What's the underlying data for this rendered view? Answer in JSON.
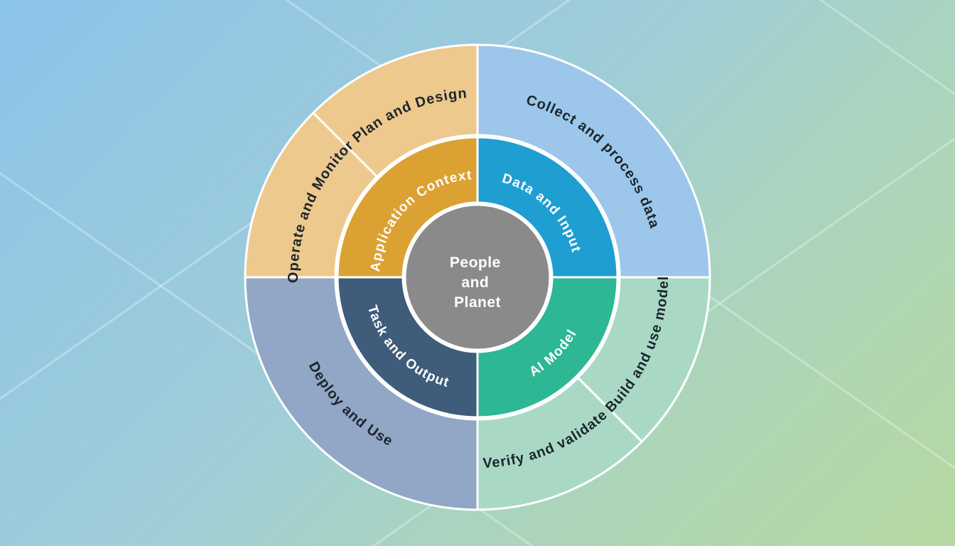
{
  "background": {
    "gradient_start": "#8cc3e9",
    "gradient_end": "#b7d8a1",
    "grid_line_color": "rgba(255,255,255,0.30)"
  },
  "diagram": {
    "type": "concentric-ring-lifecycle",
    "center": {
      "line1": "People",
      "line2": "and",
      "line3": "Planet",
      "color": "#8a8a8a",
      "text_color": "#ffffff"
    },
    "inner_ring": {
      "text_color": "#ffffff",
      "segments": [
        {
          "label": "Application Context",
          "color": "#dca133",
          "position": "top-left"
        },
        {
          "label": "Data and Input",
          "color": "#1f9ed2",
          "position": "top-right"
        },
        {
          "label": "AI Model",
          "color": "#2db795",
          "position": "bottom-right"
        },
        {
          "label": "Task and Output",
          "color": "#3f5c7a",
          "position": "bottom-left"
        }
      ]
    },
    "outer_ring": {
      "text_color": "#1b252d",
      "segments": [
        {
          "label": "Plan and Design",
          "color": "#edc98d",
          "position": "top-left-upper"
        },
        {
          "label": "Operate and Monitor",
          "color": "#edc98d",
          "position": "top-left-lower"
        },
        {
          "label": "Collect and process data",
          "color": "#9cc7ea",
          "position": "top-right"
        },
        {
          "label": "Build and use model",
          "color": "#a9d9c5",
          "position": "right-lower"
        },
        {
          "label": "Verify and validate",
          "color": "#a9d9c5",
          "position": "bottom"
        },
        {
          "label": "Deploy and Use",
          "color": "#92a6c6",
          "position": "bottom-left"
        }
      ]
    }
  }
}
